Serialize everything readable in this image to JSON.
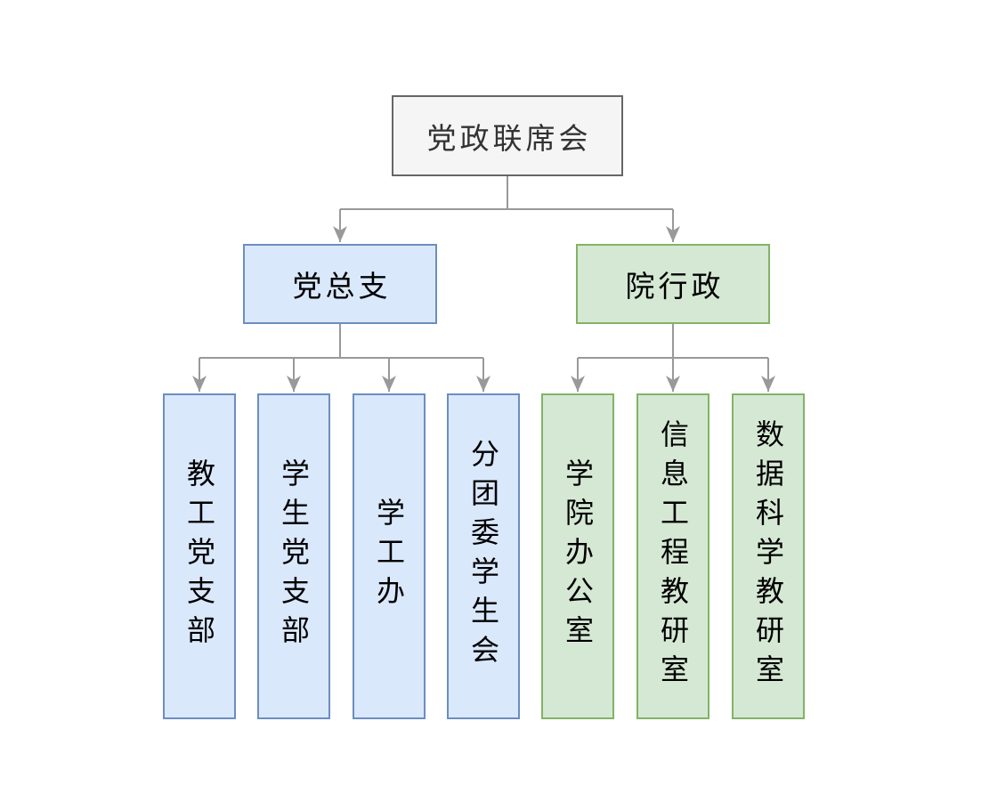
{
  "diagram": {
    "type": "org-chart",
    "root": {
      "label": "党政联席会"
    },
    "party_branch": {
      "label": "党总支",
      "children": [
        {
          "label": "教工党支部"
        },
        {
          "label": "学生党支部"
        },
        {
          "label": "学工办"
        },
        {
          "label": "分团委学生会"
        }
      ]
    },
    "admin_branch": {
      "label": "院行政",
      "children": [
        {
          "label": "学院办公室"
        },
        {
          "label": "信息工程教研室"
        },
        {
          "label": "数据科学教研室"
        }
      ]
    },
    "colors": {
      "background": "#ffffff",
      "root_fill": "#f5f5f5",
      "root_border": "#666666",
      "root_text": "#333333",
      "party_fill": "#dae8fc",
      "party_border": "#6c8ebf",
      "admin_fill": "#d5e8d4",
      "admin_border": "#82b366",
      "leaf_text": "#000000",
      "connector": "#999999"
    }
  }
}
